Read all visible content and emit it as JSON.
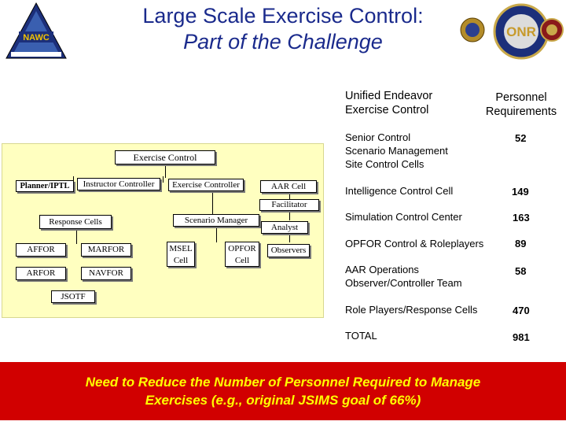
{
  "title": {
    "line1": "Large Scale Exercise Control:",
    "line2": "Part of the Challenge"
  },
  "logos": {
    "left": {
      "icon": "nawc-logo",
      "text": "NAWC"
    },
    "right": {
      "icon": "onr-logo",
      "text": "ONR"
    }
  },
  "table": {
    "col1_header": [
      "Unified Endeavor",
      "Exercise Control"
    ],
    "col2_header": [
      "Personnel",
      "Requirements"
    ],
    "rows": [
      {
        "label": [
          "Senior Control",
          "Scenario Management",
          "Site Control Cells"
        ],
        "value": "52"
      },
      {
        "label": [
          "Intelligence Control Cell"
        ],
        "value": "149"
      },
      {
        "label": [
          "Simulation Control Center"
        ],
        "value": "163"
      },
      {
        "label": [
          "OPFOR Control & Roleplayers"
        ],
        "value": "89"
      },
      {
        "label": [
          "AAR Operations",
          "Observer/Controller Team"
        ],
        "value": "58"
      },
      {
        "label": [
          "Role Players/Response Cells"
        ],
        "value": "470"
      },
      {
        "label": [
          "TOTAL"
        ],
        "value": "981"
      }
    ]
  },
  "org_chart": {
    "exercise_control": "Exercise Control",
    "planner": "Planner/IPTL",
    "instructor": "Instructor Controller",
    "exercise_controller": "Exercise Controller",
    "aar_cell": "AAR Cell",
    "facilitator": "Facilitator",
    "analyst": "Analyst",
    "observers": "Observers",
    "response_cells": "Response Cells",
    "scenario_manager": "Scenario Manager",
    "affor": "AFFOR",
    "marfor": "MARFOR",
    "arfor": "ARFOR",
    "navfor": "NAVFOR",
    "jsotf": "JSOTF",
    "msel_cell": [
      "MSEL",
      "Cell"
    ],
    "opfor_cell": [
      "OPFOR",
      "Cell"
    ]
  },
  "banner": {
    "line1": "Need to Reduce the Number of Personnel Required to Manage",
    "line2": "Exercises (e.g., original JSIMS goal of 66%)"
  },
  "colors": {
    "title": "#1a2a8c",
    "chart_background": "#ffffc0",
    "banner_background": "#d10000",
    "banner_text": "#ffff00"
  }
}
